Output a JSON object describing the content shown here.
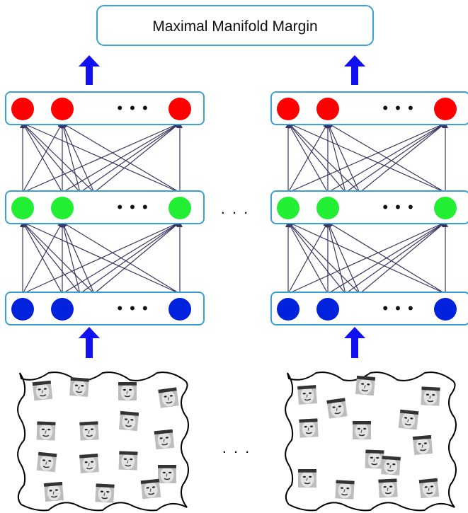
{
  "title": "Maximal Manifold Margin",
  "layer_ellipsis": "• • •",
  "between_networks_ellipsis": ". . .",
  "between_images_ellipsis": ". . .",
  "colors": {
    "box_border": "#3aa0d8",
    "output_layer": "#ff0000",
    "hidden_layer": "#22ee33",
    "input_layer": "#0022dd",
    "arrow": "#1010f0",
    "connection": "#3a3560"
  },
  "layers": [
    {
      "role": "output",
      "color": "#ff0000"
    },
    {
      "role": "hidden",
      "color": "#22ee33"
    },
    {
      "role": "input",
      "color": "#0022dd"
    }
  ],
  "icons": [
    "up-arrow-icon",
    "face-image-icon",
    "wavy-frame-icon"
  ]
}
